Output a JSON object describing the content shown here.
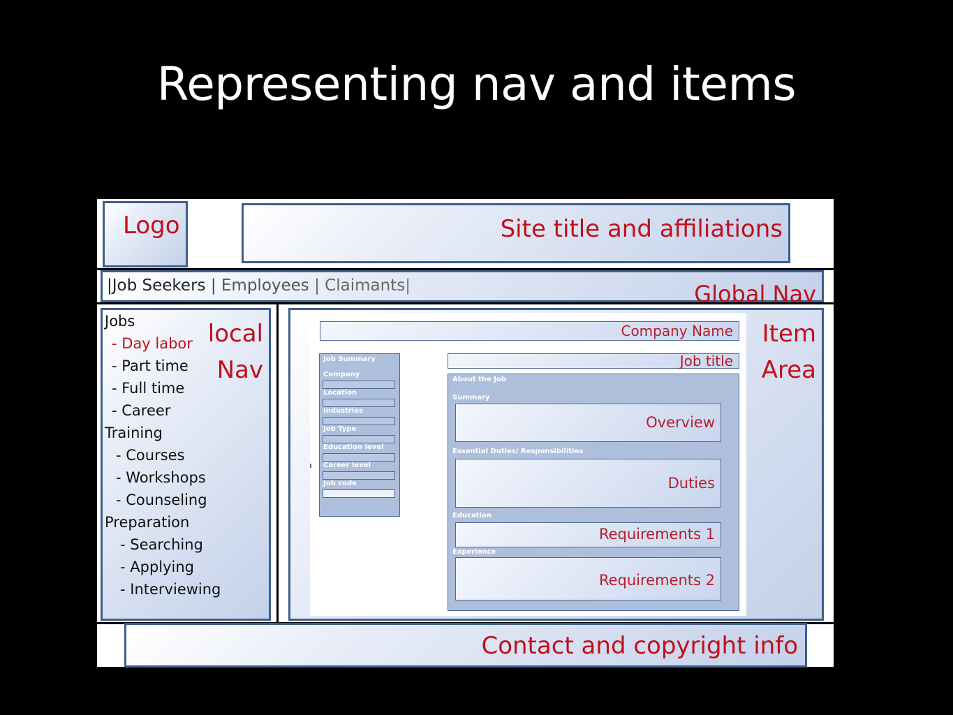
{
  "slide": {
    "title": "Representing nav and items"
  },
  "header": {
    "logo_label": "Logo",
    "site_title_label": "Site title and affiliations"
  },
  "global_nav": {
    "prefix": "|",
    "items": [
      "Job Seekers",
      "Employees",
      "Claimants"
    ],
    "separator": " | ",
    "suffix": "|",
    "label": "Global Nav"
  },
  "local_nav": {
    "label_line1": "local",
    "label_line2": "Nav",
    "items": [
      {
        "text": "Jobs",
        "level": 1
      },
      {
        "text": "- Day labor",
        "level": 2,
        "highlight": true
      },
      {
        "text": "- Part time",
        "level": 2
      },
      {
        "text": "- Full time",
        "level": 2
      },
      {
        "text": "- Career",
        "level": 2
      },
      {
        "text": "Training",
        "level": 1
      },
      {
        "text": "- Courses",
        "level": 3
      },
      {
        "text": "- Workshops",
        "level": 3
      },
      {
        "text": "- Counseling",
        "level": 3
      },
      {
        "text": "Preparation",
        "level": 1
      },
      {
        "text": "- Searching",
        "level": 4
      },
      {
        "text": "- Applying",
        "level": 4
      },
      {
        "text": "- Interviewing",
        "level": 4
      }
    ]
  },
  "item_area": {
    "label_line1": "Item",
    "label_line2": "Area",
    "company_name": "Company Name",
    "job_title": "Job title",
    "job_summary": {
      "heading": "Job Summary",
      "fields": [
        "Company",
        "Location",
        "Industries",
        "Job Type",
        "Education level",
        "Career level",
        "Job code"
      ]
    },
    "about": {
      "heading": "About the Job",
      "summary_caption": "Summary",
      "overview": "Overview",
      "duties_caption": "Essential Duties/ Responsibilities",
      "duties": "Duties",
      "education_caption": "Education",
      "requirements_1": "Requirements 1",
      "experience_caption": "Experience",
      "requirements_2": "Requirements 2"
    }
  },
  "footer": {
    "label": "Contact and copyright info"
  },
  "colors": {
    "accent_red": "#c0101c",
    "border_blue": "#3e5f8a"
  }
}
